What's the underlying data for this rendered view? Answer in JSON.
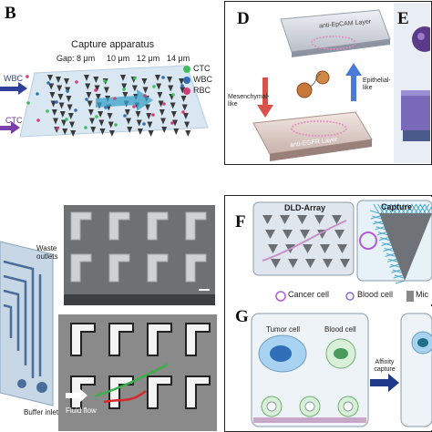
{
  "panel_b": {
    "letter": "B",
    "title": "Capture apparatus",
    "gap_label": "Gap:",
    "gaps": [
      "8 μm",
      "10 μm",
      "12 μm",
      "14 μm"
    ],
    "inlet_top": "WBC",
    "inlet_bottom": "CTC",
    "legend": [
      {
        "label": "CTC",
        "color": "#3cbf5a"
      },
      {
        "label": "WBC",
        "color": "#2f6fb8"
      },
      {
        "label": "RBC",
        "color": "#d43d7a"
      }
    ]
  },
  "panel_c": {
    "labels": [
      "Waste outlets",
      "Buffer inlet",
      "Fluid flow"
    ]
  },
  "panel_d": {
    "letter": "D",
    "top_layer": "anti-EpCAM Layer",
    "bottom_layer": "anti-EGFR Layer",
    "left_arrow": "Mesenchymal-like",
    "right_arrow": "Epithelial-like"
  },
  "panel_e": {
    "letter": "E"
  },
  "panel_f": {
    "letter": "F",
    "left_title": "DLD-Array",
    "right_title": "Capture",
    "legend": [
      {
        "label": "Cancer cell",
        "color": "#b35ad6"
      },
      {
        "label": "Blood cell",
        "color": "#8a6fd0"
      },
      {
        "label": "Mic",
        "color": "#888888"
      }
    ]
  },
  "panel_g": {
    "letter": "G",
    "tumor_label": "Tumor cell",
    "blood_label": "Blood cell",
    "arrow_label": "Affinity capture"
  }
}
